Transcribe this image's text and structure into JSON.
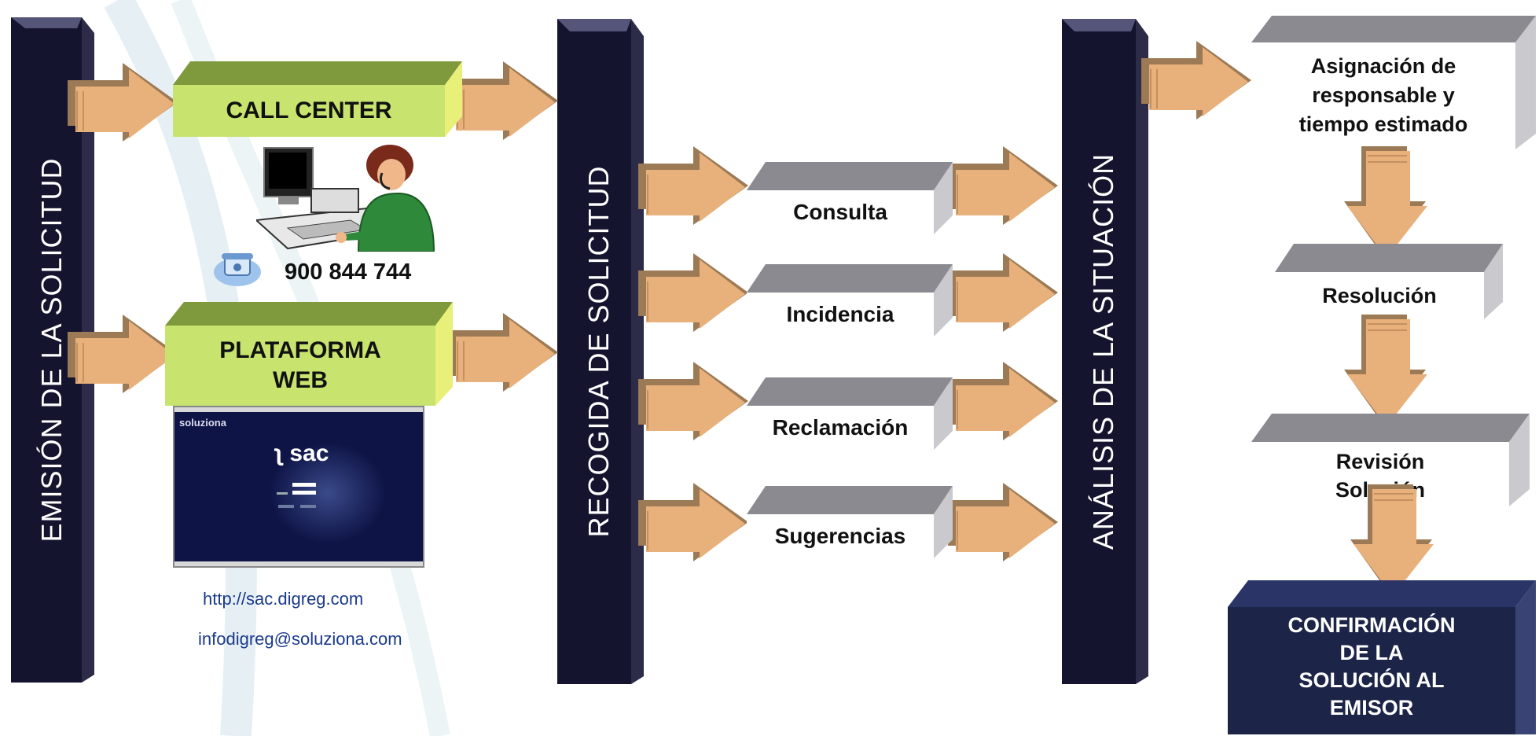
{
  "pillars": {
    "emision": "EMISIÓN DE LA  SOLICITUD",
    "recogida": "RECOGIDA DE SOLICITUD",
    "analisis": "ANÁLISIS DE LA SITUACIÓN"
  },
  "channels": {
    "call_center": "CALL CENTER",
    "phone_number": "900 844 744",
    "web_line1": "PLATAFORMA",
    "web_line2": "WEB",
    "web_screenshot_brand": "soluziona",
    "web_screenshot_logo": "sac",
    "url": "http://sac.digreg.com",
    "email": "infodigreg@soluziona.com"
  },
  "request_types": [
    "Consulta",
    "Incidencia",
    "Reclamación",
    "Sugerencias"
  ],
  "process_steps": {
    "asignacion_1": "Asignación de",
    "asignacion_2": "responsable y",
    "asignacion_3": "tiempo estimado",
    "resolucion": "Resolución",
    "revision_1": "Revisión",
    "revision_2": "Solución",
    "confirmacion_1": "CONFIRMACIÓN",
    "confirmacion_2": "DE LA",
    "confirmacion_3": "SOLUCIÓN AL",
    "confirmacion_4": "EMISOR"
  },
  "colors": {
    "pillar_dark": "#14142e",
    "pillar_side": "#3a3a5a",
    "green_box": "#c8e46e",
    "arrow_orange": "#e8b07a",
    "arrow_brown": "#9c7a55",
    "gray_top": "#8a8a90",
    "confirm_box": "#1c2448"
  }
}
